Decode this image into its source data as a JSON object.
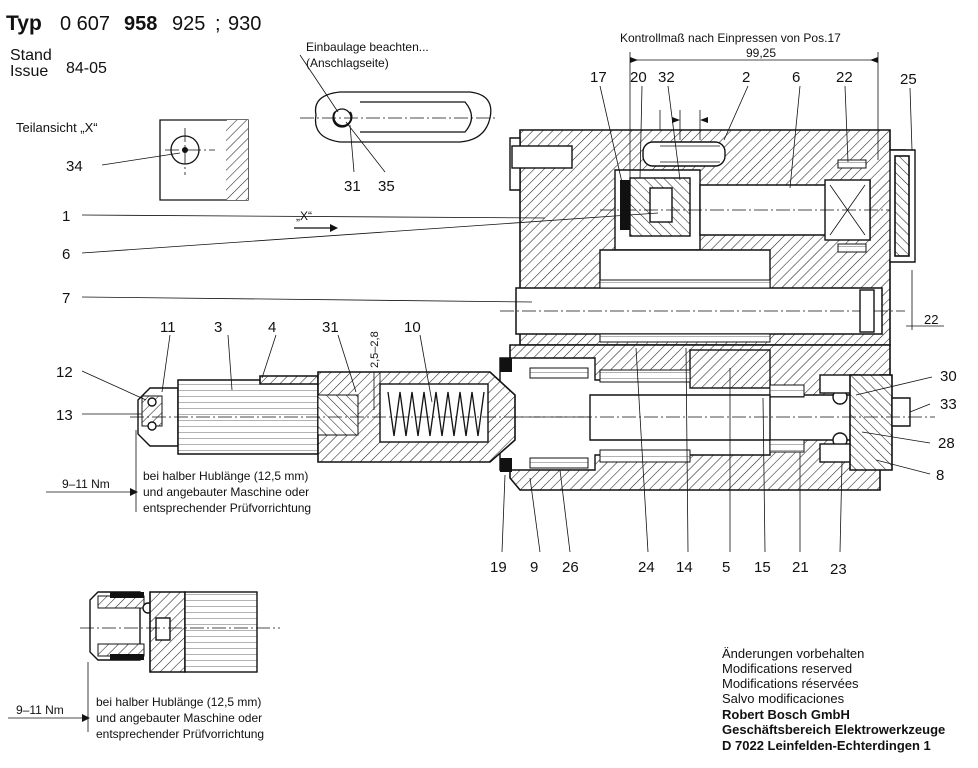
{
  "header": {
    "typ_label": "Typ",
    "typ_number_a": "0 607",
    "typ_number_b": "958",
    "typ_number_c": "925",
    "typ_sep": ";",
    "typ_number_d": "930",
    "stand_label": "Stand",
    "issue_label": "Issue",
    "stand_value": "84-05"
  },
  "views": {
    "partial_view_label": "Teilansicht „X“",
    "view_arrow_label": "„X“",
    "mounting_note_line1": "Einbaulage beachten...",
    "mounting_note_line2": "(Anschlagseite)",
    "control_dim_note": "Kontrollmaß nach Einpressen von Pos.17",
    "control_dim_value": "99,25",
    "gap_dim_value": "2,5–2,8"
  },
  "torque_notes": [
    {
      "torque": "9–11 Nm",
      "line1": "bei halber Hublänge (12,5 mm)",
      "line2": "und angebauter Maschine oder",
      "line3": "entsprechender Prüfvorrichtung"
    },
    {
      "torque": "9–11 Nm",
      "line1": "bei halber Hublänge (12,5 mm)",
      "line2": "und angebauter Maschine oder",
      "line3": "entsprechender Prüfvorrichtung"
    }
  ],
  "part_numbers": {
    "p1": "1",
    "p2": "2",
    "p3": "3",
    "p4": "4",
    "p5": "5",
    "p6a": "6",
    "p6b": "6",
    "p7": "7",
    "p8": "8",
    "p9": "9",
    "p10": "10",
    "p11": "11",
    "p12": "12",
    "p13": "13",
    "p14": "14",
    "p15": "15",
    "p17": "17",
    "p19": "19",
    "p20": "20",
    "p21": "21",
    "p22a": "22",
    "p22b": "22",
    "p23": "23",
    "p24": "24",
    "p25": "25",
    "p26": "26",
    "p28": "28",
    "p30": "30",
    "p31a": "31",
    "p31b": "31",
    "p32": "32",
    "p33": "33",
    "p34": "34",
    "p35": "35"
  },
  "footer": {
    "line1": "Änderungen vorbehalten",
    "line2": "Modifications reserved",
    "line3": "Modifications réservées",
    "line4": "Salvo modificaciones",
    "company": "Robert Bosch GmbH",
    "division": "Geschäftsbereich Elektrowerkzeuge",
    "address": "D 7022 Leinfelden-Echterdingen 1"
  }
}
